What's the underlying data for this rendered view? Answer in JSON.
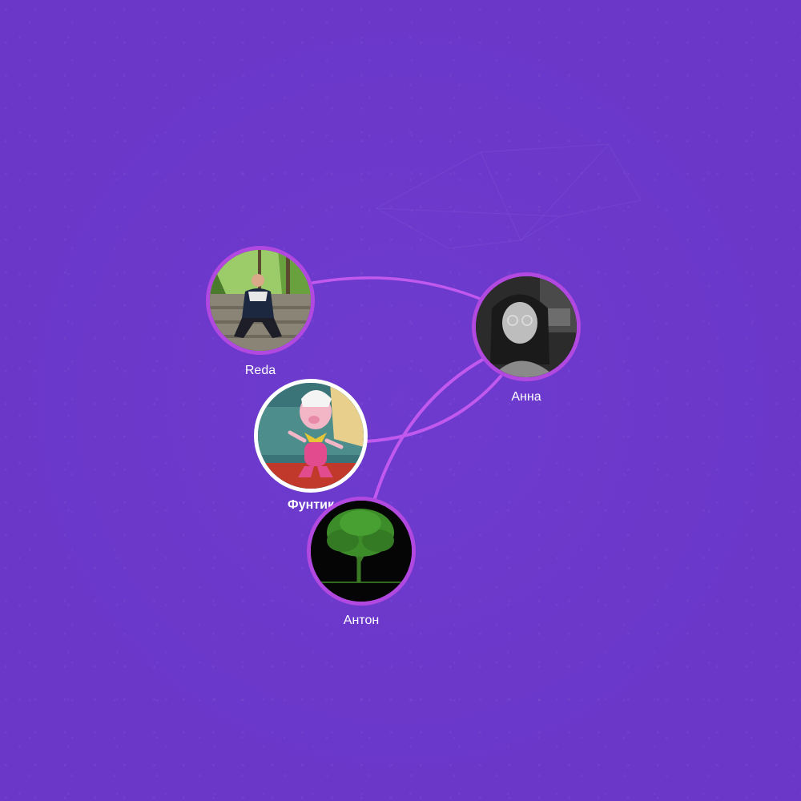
{
  "colors": {
    "background": "#6a37c9",
    "edge": "#c259ef",
    "node_border": "#b148e0",
    "node_border_selected": "#ffffff",
    "label": "#ffffff"
  },
  "nodes": [
    {
      "id": "reda",
      "label": "Reda",
      "avatar": "photo-person-sitting-on-steps"
    },
    {
      "id": "anna",
      "label": "Анна",
      "avatar": "photo-woman-with-glasses-grayscale"
    },
    {
      "id": "funtik",
      "label": "Фунтик",
      "avatar": "cartoon-pig-character",
      "selected": true
    },
    {
      "id": "anton",
      "label": "Антон",
      "avatar": "green-tree-on-black"
    }
  ],
  "edges": [
    {
      "from": "reda",
      "to": "anna"
    },
    {
      "from": "funtik",
      "to": "anna"
    },
    {
      "from": "anton",
      "to": "anna"
    }
  ]
}
